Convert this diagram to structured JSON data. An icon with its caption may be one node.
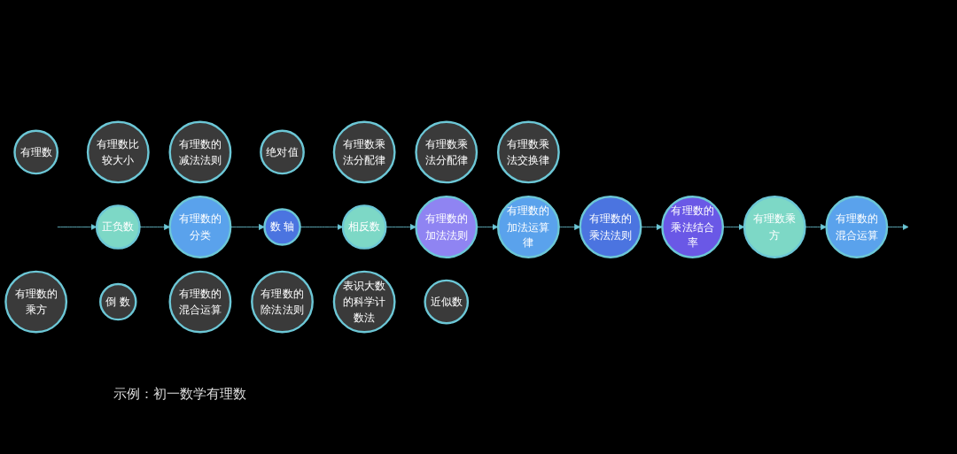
{
  "diagram": {
    "nodes": [
      {
        "text": [
          "有理数"
        ]
      },
      {
        "text": [
          "有理数比较大小"
        ]
      },
      {
        "text": [
          "有理数的减法法则"
        ]
      },
      {
        "text": [
          "正负数"
        ]
      },
      {
        "text": [
          "绝对值"
        ]
      },
      {
        "text": [
          "有理数的分类"
        ]
      },
      {
        "text": [
          "数 轴"
        ]
      },
      {
        "text": [
          "有理数乘法分配律"
        ]
      },
      {
        "text": [
          "有理数乘法分配律"
        ]
      },
      {
        "text": [
          "有理数乘法交换律"
        ]
      },
      {
        "text": [
          "相反数"
        ]
      },
      {
        "text": [
          "有理数的加法运算律"
        ]
      },
      {
        "text": [
          "有理数的乘法法则"
        ]
      },
      {
        "text": [
          "有理数的加法法则"
        ]
      },
      {
        "text": [
          "有理数的乘方"
        ]
      },
      {
        "text": [
          "倒 数"
        ]
      },
      {
        "text": [
          "有理数的乘法结合率"
        ]
      },
      {
        "text": [
          "有理数的混合运算"
        ]
      },
      {
        "text": [
          "有理数的除法法则"
        ]
      },
      {
        "text": [
          "表识大数的科学计数法"
        ]
      },
      {
        "text": [
          "有理数乘方"
        ]
      },
      {
        "text": [
          "近似数"
        ]
      },
      {
        "text": [
          "有理数的混合运算"
        ]
      }
    ],
    "edges": [
      {
        "from": null,
        "to": 3,
        "arrow": "to"
      },
      {
        "from": 3,
        "to": 5,
        "arrow": "to"
      },
      {
        "from": 5,
        "to": 6,
        "arrow": "to"
      },
      {
        "from": 6,
        "to": 10,
        "arrow": "to"
      },
      {
        "from": 10,
        "to": 13,
        "arrow": "to"
      },
      {
        "from": 13,
        "to": 11,
        "arrow": "to"
      },
      {
        "from": 11,
        "to": 12,
        "arrow": "to"
      },
      {
        "from": 12,
        "to": 16,
        "arrow": "to"
      },
      {
        "from": 16,
        "to": 20,
        "arrow": "to"
      },
      {
        "from": 20,
        "to": 22,
        "arrow": "to"
      },
      {
        "from": 22,
        "to": null,
        "arrow": "to"
      }
    ],
    "labels": [
      "示例：初一数学有理数"
    ]
  }
}
